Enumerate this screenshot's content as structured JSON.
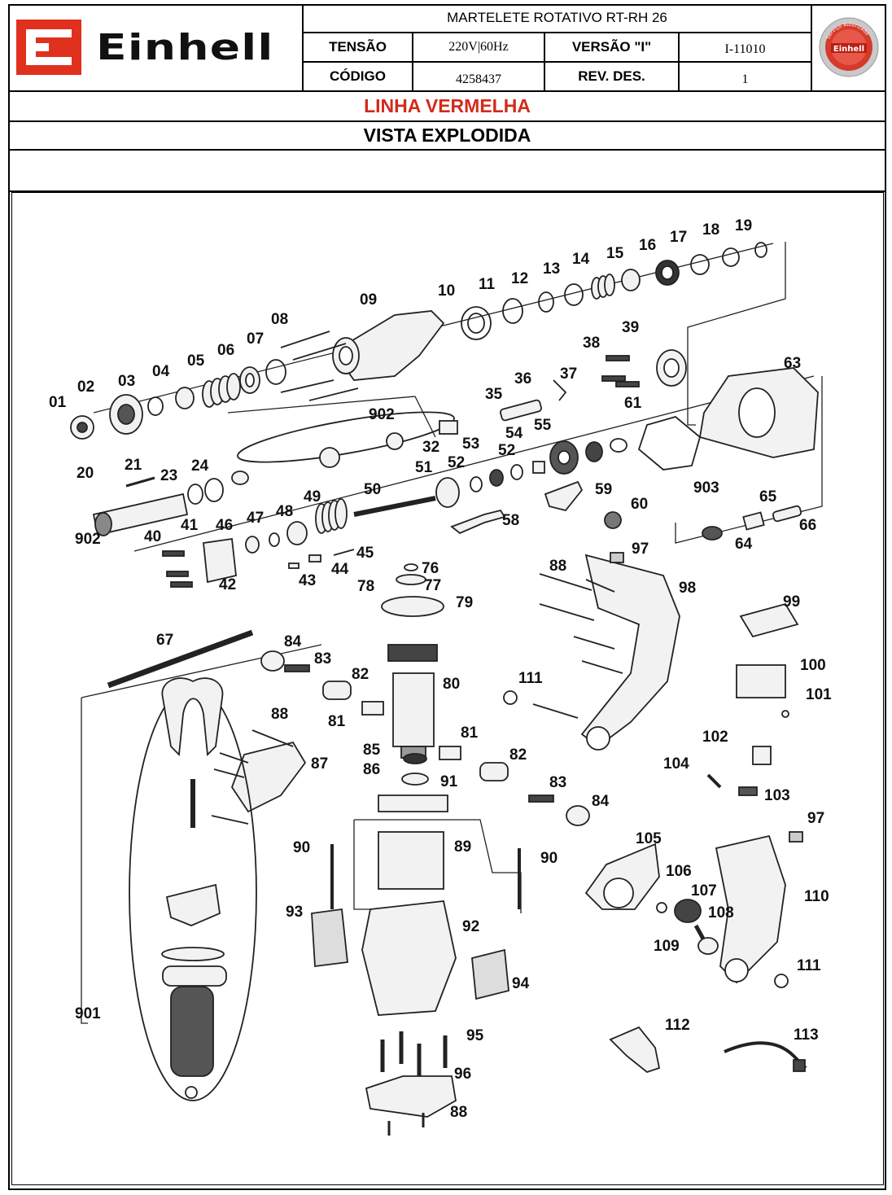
{
  "header": {
    "brand": "Einhell",
    "product_title": "MARTELETE ROTATIVO RT-RH 26",
    "tensao_label": "TENSÃO",
    "tensao_value": "220V|60Hz",
    "versao_label": "VERSÃO \"I\"",
    "versao_value": "I-11010",
    "codigo_label": "CÓDIGO",
    "codigo_value": "4258437",
    "rev_label": "REV. DES.",
    "rev_value": "1",
    "seal_text": "Serviço Autorizado",
    "seal_brand": "Einhell"
  },
  "bands": {
    "line": "LINHA VERMELHA",
    "view": "VISTA EXPLODIDA"
  },
  "colors": {
    "brand_red": "#e0301e",
    "line_red": "#d32a1a"
  },
  "callouts": [
    {
      "id": "01",
      "label": "01"
    },
    {
      "id": "02",
      "label": "02"
    },
    {
      "id": "03",
      "label": "03"
    },
    {
      "id": "04",
      "label": "04"
    },
    {
      "id": "05",
      "label": "05"
    },
    {
      "id": "06",
      "label": "06"
    },
    {
      "id": "07",
      "label": "07"
    },
    {
      "id": "08",
      "label": "08"
    },
    {
      "id": "09",
      "label": "09"
    },
    {
      "id": "10",
      "label": "10"
    },
    {
      "id": "11",
      "label": "11"
    },
    {
      "id": "12",
      "label": "12"
    },
    {
      "id": "13",
      "label": "13"
    },
    {
      "id": "14",
      "label": "14"
    },
    {
      "id": "15",
      "label": "15"
    },
    {
      "id": "16",
      "label": "16"
    },
    {
      "id": "17",
      "label": "17"
    },
    {
      "id": "18",
      "label": "18"
    },
    {
      "id": "19",
      "label": "19"
    },
    {
      "id": "20",
      "label": "20"
    },
    {
      "id": "21",
      "label": "21"
    },
    {
      "id": "23",
      "label": "23"
    },
    {
      "id": "24",
      "label": "24"
    },
    {
      "id": "32",
      "label": "32"
    },
    {
      "id": "35",
      "label": "35"
    },
    {
      "id": "36",
      "label": "36"
    },
    {
      "id": "37",
      "label": "37"
    },
    {
      "id": "38",
      "label": "38"
    },
    {
      "id": "39",
      "label": "39"
    },
    {
      "id": "40",
      "label": "40"
    },
    {
      "id": "41",
      "label": "41"
    },
    {
      "id": "42",
      "label": "42"
    },
    {
      "id": "43",
      "label": "43"
    },
    {
      "id": "44",
      "label": "44"
    },
    {
      "id": "45",
      "label": "45"
    },
    {
      "id": "46",
      "label": "46"
    },
    {
      "id": "47",
      "label": "47"
    },
    {
      "id": "48",
      "label": "48"
    },
    {
      "id": "49",
      "label": "49"
    },
    {
      "id": "50",
      "label": "50"
    },
    {
      "id": "51",
      "label": "51"
    },
    {
      "id": "52a",
      "label": "52"
    },
    {
      "id": "52b",
      "label": "52"
    },
    {
      "id": "53",
      "label": "53"
    },
    {
      "id": "54",
      "label": "54"
    },
    {
      "id": "55",
      "label": "55"
    },
    {
      "id": "58",
      "label": "58"
    },
    {
      "id": "59",
      "label": "59"
    },
    {
      "id": "60",
      "label": "60"
    },
    {
      "id": "61",
      "label": "61"
    },
    {
      "id": "63",
      "label": "63"
    },
    {
      "id": "64",
      "label": "64"
    },
    {
      "id": "65",
      "label": "65"
    },
    {
      "id": "66",
      "label": "66"
    },
    {
      "id": "67",
      "label": "67"
    },
    {
      "id": "76",
      "label": "76"
    },
    {
      "id": "77",
      "label": "77"
    },
    {
      "id": "78",
      "label": "78"
    },
    {
      "id": "79",
      "label": "79"
    },
    {
      "id": "80",
      "label": "80"
    },
    {
      "id": "81a",
      "label": "81"
    },
    {
      "id": "81b",
      "label": "81"
    },
    {
      "id": "82a",
      "label": "82"
    },
    {
      "id": "82b",
      "label": "82"
    },
    {
      "id": "83a",
      "label": "83"
    },
    {
      "id": "83b",
      "label": "83"
    },
    {
      "id": "84a",
      "label": "84"
    },
    {
      "id": "84b",
      "label": "84"
    },
    {
      "id": "85",
      "label": "85"
    },
    {
      "id": "86",
      "label": "86"
    },
    {
      "id": "87",
      "label": "87"
    },
    {
      "id": "88a",
      "label": "88"
    },
    {
      "id": "88b",
      "label": "88"
    },
    {
      "id": "88c",
      "label": "88"
    },
    {
      "id": "89",
      "label": "89"
    },
    {
      "id": "90a",
      "label": "90"
    },
    {
      "id": "90b",
      "label": "90"
    },
    {
      "id": "91",
      "label": "91"
    },
    {
      "id": "92",
      "label": "92"
    },
    {
      "id": "93",
      "label": "93"
    },
    {
      "id": "94",
      "label": "94"
    },
    {
      "id": "95",
      "label": "95"
    },
    {
      "id": "96",
      "label": "96"
    },
    {
      "id": "97a",
      "label": "97"
    },
    {
      "id": "97b",
      "label": "97"
    },
    {
      "id": "98",
      "label": "98"
    },
    {
      "id": "99",
      "label": "99"
    },
    {
      "id": "100",
      "label": "100"
    },
    {
      "id": "101",
      "label": "101"
    },
    {
      "id": "102",
      "label": "102"
    },
    {
      "id": "103",
      "label": "103"
    },
    {
      "id": "104",
      "label": "104"
    },
    {
      "id": "105",
      "label": "105"
    },
    {
      "id": "106",
      "label": "106"
    },
    {
      "id": "107",
      "label": "107"
    },
    {
      "id": "108",
      "label": "108"
    },
    {
      "id": "109",
      "label": "109"
    },
    {
      "id": "110",
      "label": "110"
    },
    {
      "id": "111a",
      "label": "111"
    },
    {
      "id": "111b",
      "label": "111"
    },
    {
      "id": "112",
      "label": "112"
    },
    {
      "id": "113",
      "label": "113"
    },
    {
      "id": "901",
      "label": "901"
    },
    {
      "id": "902a",
      "label": "902"
    },
    {
      "id": "902b",
      "label": "902"
    },
    {
      "id": "903",
      "label": "903"
    }
  ]
}
